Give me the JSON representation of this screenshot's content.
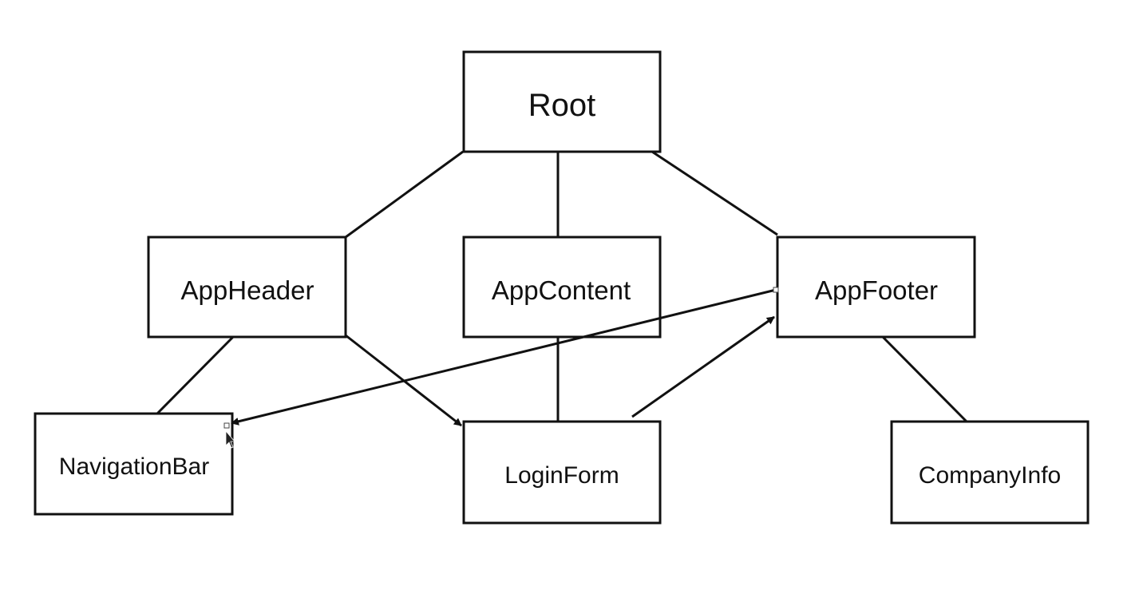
{
  "nodes": {
    "root": "Root",
    "app_header": "AppHeader",
    "app_content": "AppContent",
    "app_footer": "AppFooter",
    "navigation_bar": "NavigationBar",
    "login_form": "LoginForm",
    "company_info": "CompanyInfo"
  },
  "edges": [
    {
      "from": "Root",
      "to": "AppHeader",
      "arrow": false
    },
    {
      "from": "Root",
      "to": "AppContent",
      "arrow": false
    },
    {
      "from": "Root",
      "to": "AppFooter",
      "arrow": false
    },
    {
      "from": "AppHeader",
      "to": "NavigationBar",
      "arrow": false
    },
    {
      "from": "AppHeader",
      "to": "LoginForm",
      "arrow": true
    },
    {
      "from": "AppContent",
      "to": "LoginForm",
      "arrow": false
    },
    {
      "from": "LoginForm",
      "to": "AppFooter",
      "arrow": true
    },
    {
      "from": "AppFooter",
      "to": "NavigationBar",
      "arrow": true
    },
    {
      "from": "AppFooter",
      "to": "CompanyInfo",
      "arrow": false
    }
  ],
  "colors": {
    "line": "#111111",
    "background": "#ffffff"
  }
}
